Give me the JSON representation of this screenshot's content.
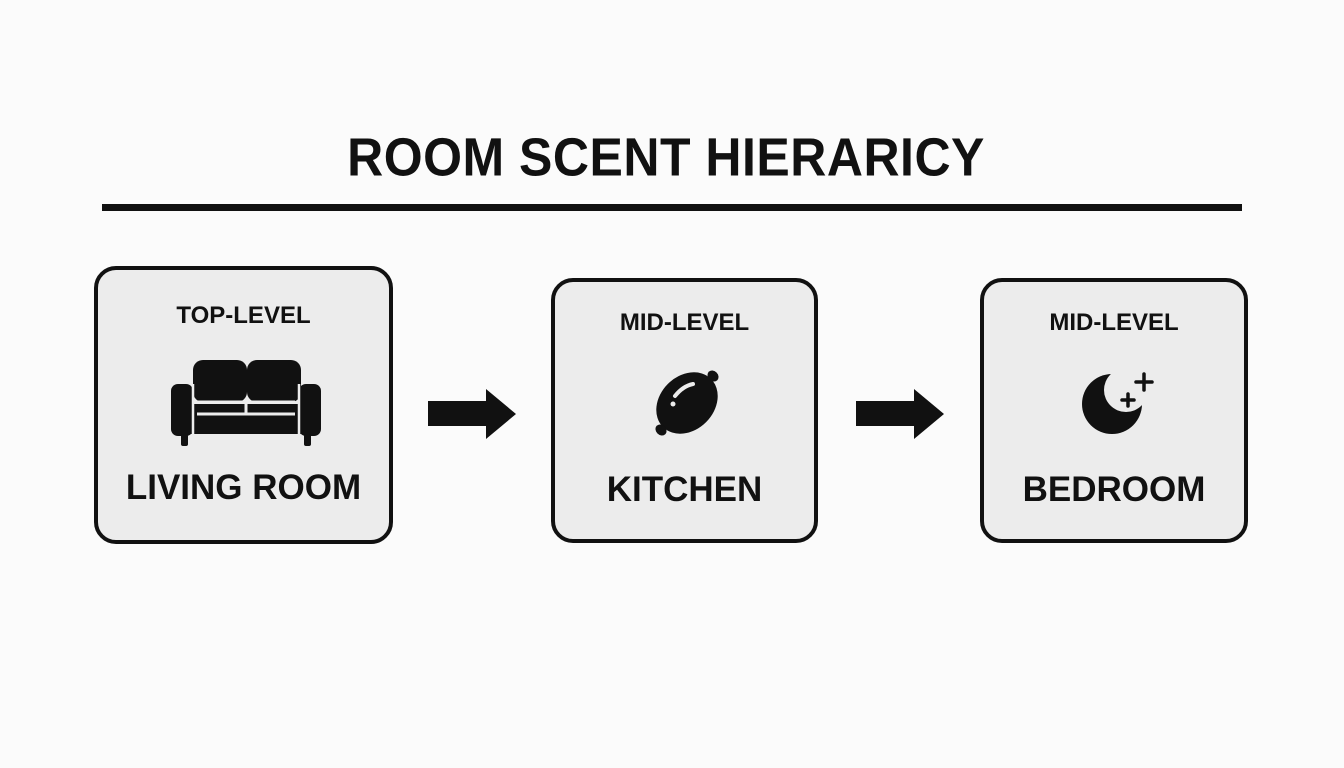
{
  "title": "ROOM SCENT HIERARICY",
  "rooms": [
    {
      "level": "TOP-LEVEL",
      "name": "LIVING ROOM",
      "icon": "sofa-icon"
    },
    {
      "level": "MID-LEVEL",
      "name": "KITCHEN",
      "icon": "lemon-icon"
    },
    {
      "level": "MID-LEVEL",
      "name": "BEDROOM",
      "icon": "moon-stars-icon"
    }
  ],
  "colors": {
    "ink": "#111111",
    "box_fill": "#ececec",
    "background": "#fbfbfb"
  }
}
